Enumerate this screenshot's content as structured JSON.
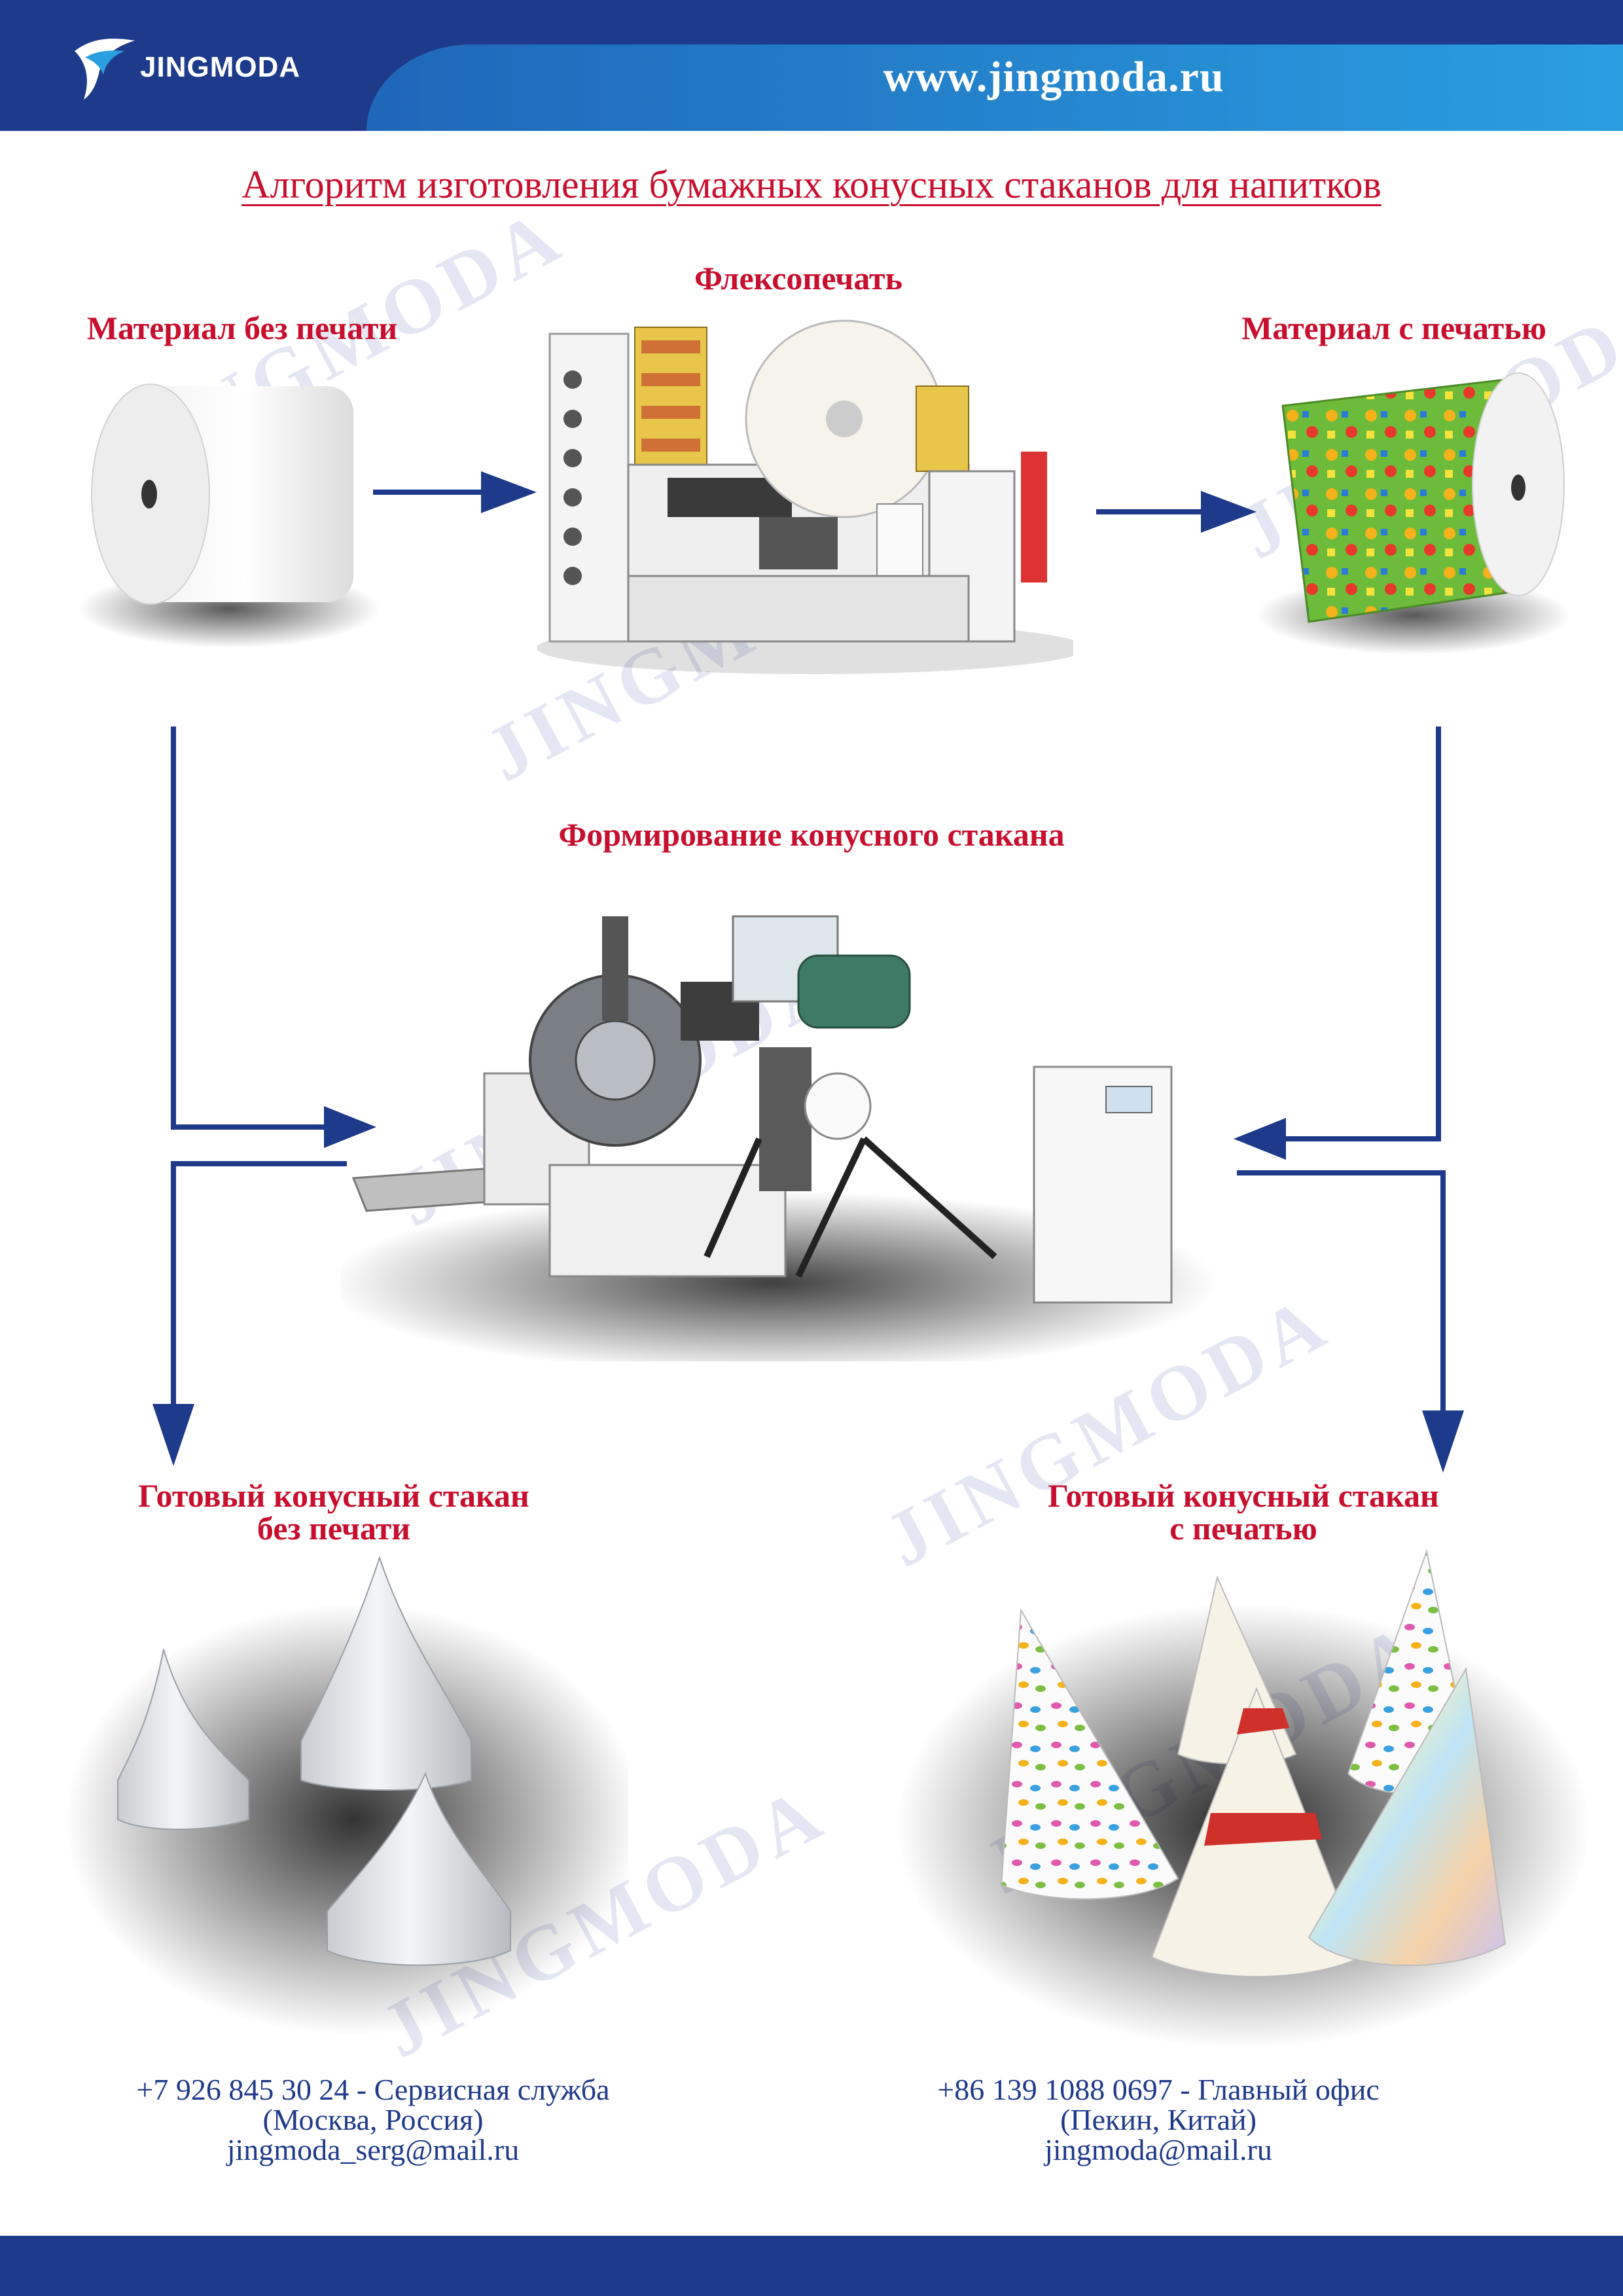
{
  "header": {
    "brand": "JINGMODA",
    "url": "www.jingmoda.ru"
  },
  "title": "Алгоритм изготовления бумажных конусных стаканов для напитков",
  "steps": {
    "plain_material": "Материал без печати",
    "flexo_print": "Флексопечать",
    "printed_material": "Материал с печатью",
    "cone_forming": "Формирование конусного стакана",
    "finished_plain_line1": "Готовый конусный стакан",
    "finished_plain_line2": "без печати",
    "finished_printed_line1": "Готовый конусный стакан",
    "finished_printed_line2": "с печатью"
  },
  "contacts": {
    "left": {
      "phone_line": "+7 926 845 30 24 - Сервисная служба",
      "location": "(Москва, Россия)",
      "email": "jingmoda_serg@mail.ru"
    },
    "right": {
      "phone_line": "+86 139 1088 0697 - Главный офис",
      "location": "(Пекин, Китай)",
      "email": "jingmoda@mail.ru"
    }
  },
  "watermark": "JINGMODA",
  "colors": {
    "header_dark": "#1e3a8a",
    "header_light": "#2a9fe0",
    "label_red": "#c8102e",
    "arrow_blue": "#1e3a8a",
    "contact_blue": "#1e3a8a"
  },
  "icons": [
    "jingmoda-logo",
    "paper-roll",
    "flexo-printing-machine",
    "printed-paper-roll",
    "cone-forming-machine",
    "plain-paper-cones",
    "printed-paper-cones",
    "flow-arrow"
  ]
}
